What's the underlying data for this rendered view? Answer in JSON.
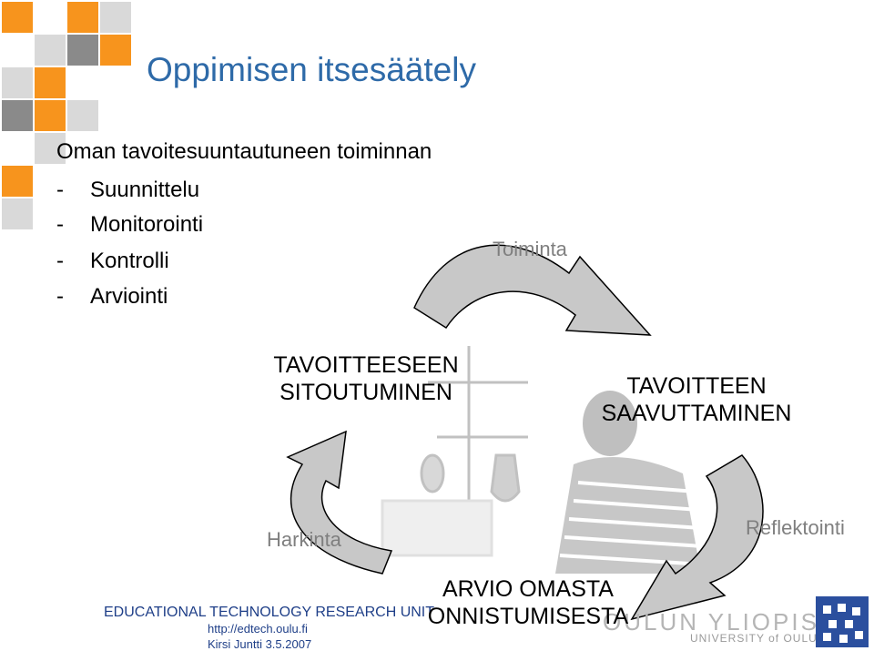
{
  "slide": {
    "title": "Oppimisen itsesäätely",
    "intro": "Oman tavoitesuuntautuneen toiminnan",
    "bullets": [
      {
        "dash": "-",
        "text": "Suunnittelu"
      },
      {
        "dash": "-",
        "text": "Monitorointi"
      },
      {
        "dash": "-",
        "text": "Kontrolli"
      },
      {
        "dash": "-",
        "text": "Arviointi"
      }
    ]
  },
  "cycle": {
    "action_label": "Toiminta",
    "commitment": [
      "TAVOITTEESEEN",
      "SITOUTUMINEN"
    ],
    "achievement": [
      "TAVOITTEEN",
      "SAAVUTTAMINEN"
    ],
    "evaluation": [
      "ARVIO OMASTA",
      "ONNISTUMISESTA"
    ],
    "deliberation_label": "Harkinta",
    "reflection_label": "Reflektointi"
  },
  "footer": {
    "unit": "EDUCATIONAL TECHNOLOGY RESEARCH UNIT",
    "url": "http://edtech.oulu.fi",
    "author_date": "Kirsi Juntti  3.5.2007",
    "university_fi": "OULUN YLIOPISTO",
    "university_en": "UNIVERSITY of OULU"
  },
  "colors": {
    "title": "#2e6aa8",
    "accent_orange": "#f7941d",
    "arrow_fill": "#c8c8c8",
    "footer_text": "#1f3f88",
    "logo_blue": "#2b4f9e"
  }
}
